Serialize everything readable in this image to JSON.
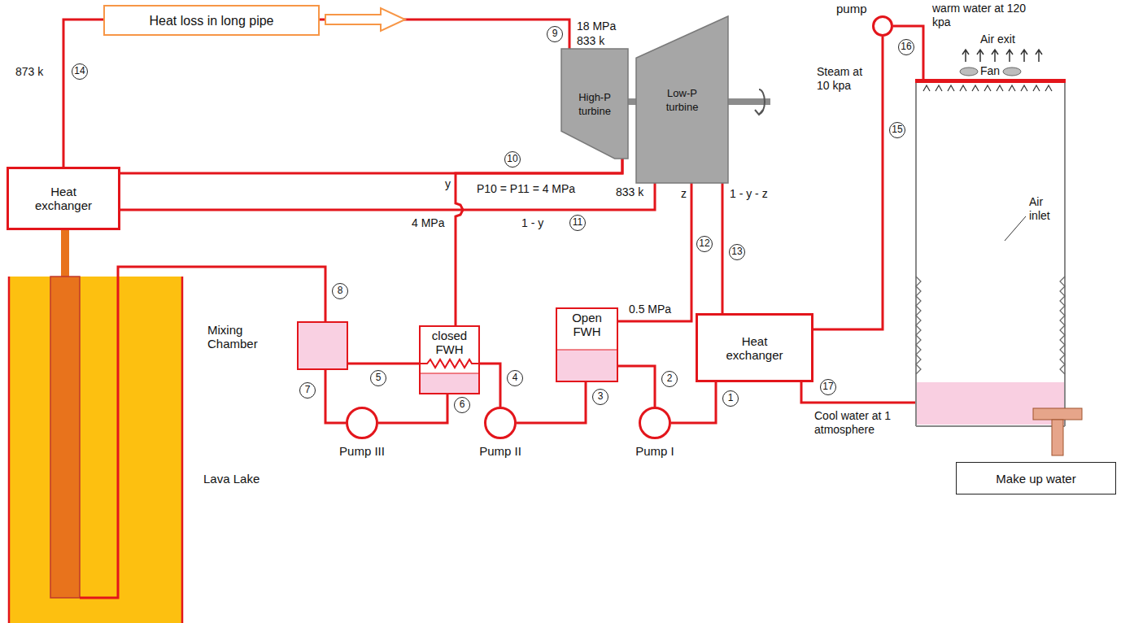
{
  "diagram": {
    "nodes": [
      {
        "text": [
          "Heat loss in long pipe"
        ]
      },
      {
        "text": [
          "Heat exchanger"
        ]
      },
      {
        "text": [
          "High-P turbine"
        ]
      },
      {
        "text": [
          "Low-P turbine"
        ]
      },
      {
        "text": [
          "pump"
        ]
      },
      {
        "text": [
          "Air exit",
          "Fan",
          "Air inlet"
        ]
      },
      {
        "text": [
          "Mixing Chamber"
        ]
      },
      {
        "text": [
          "closed FWH"
        ]
      },
      {
        "text": [
          "Open FWH"
        ]
      },
      {
        "text": [
          "Heat exchanger"
        ]
      },
      {
        "text": [
          "Pump III"
        ]
      },
      {
        "text": [
          "Pump II"
        ]
      },
      {
        "text": [
          "Pump I"
        ]
      },
      {
        "text": [
          "Lava Lake"
        ]
      },
      {
        "text": [
          "Make up water"
        ]
      }
    ],
    "edges": [
      {
        "from": 1,
        "to": 2,
        "arrow": "none"
      },
      {
        "from": 2,
        "to": 1,
        "arrow": "none"
      },
      {
        "from": 1,
        "to": 3,
        "arrow": "none"
      },
      {
        "from": 2,
        "to": 7,
        "arrow": "none"
      },
      {
        "from": 2,
        "to": 3,
        "arrow": "none"
      },
      {
        "from": 3,
        "to": 8,
        "arrow": "none"
      },
      {
        "from": 3,
        "to": 9,
        "arrow": "none"
      },
      {
        "from": 9,
        "to": 12,
        "arrow": "none"
      },
      {
        "from": 12,
        "to": 8,
        "arrow": "none"
      },
      {
        "from": 8,
        "to": 11,
        "arrow": "none"
      },
      {
        "from": 11,
        "to": 7,
        "arrow": "none"
      },
      {
        "from": 7,
        "to": 6,
        "arrow": "none"
      },
      {
        "from": 7,
        "to": 10,
        "arrow": "none"
      },
      {
        "from": 10,
        "to": 6,
        "arrow": "none"
      },
      {
        "from": 6,
        "to": 13,
        "arrow": "none"
      },
      {
        "from": 1,
        "to": 13,
        "arrow": "none"
      },
      {
        "from": 9,
        "to": 4,
        "arrow": "none"
      },
      {
        "from": 4,
        "to": 5,
        "arrow": "none"
      },
      {
        "from": 5,
        "to": 9,
        "arrow": "none"
      }
    ],
    "labels": [
      "873 k",
      "14",
      "18 MPa",
      "833 k",
      "9",
      "10",
      "y",
      "P10 = P11 = 4 MPa",
      "833 k",
      "z",
      "1 - y - z",
      "4 MPa",
      "1 - y",
      "11",
      "12",
      "0.5 MPa",
      "13",
      "Steam at 10 kpa",
      "15",
      "warm water at 120 kpa",
      "16",
      "8",
      "5",
      "4",
      "3",
      "2",
      "1",
      "7",
      "6",
      "17",
      "Cool water at 1 atmosphere"
    ]
  }
}
